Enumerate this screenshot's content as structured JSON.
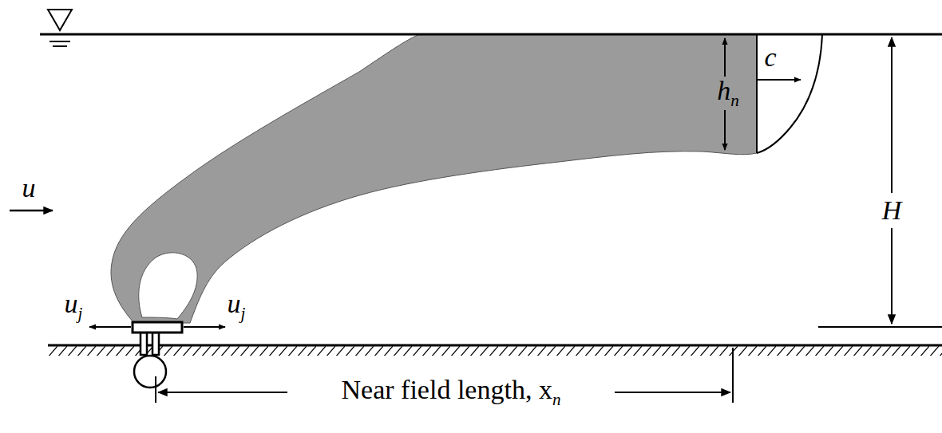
{
  "diagram": {
    "labels": [
      "u",
      "uj",
      "uj",
      "c",
      "hn",
      "H",
      "Near field length, xn"
    ]
  }
}
